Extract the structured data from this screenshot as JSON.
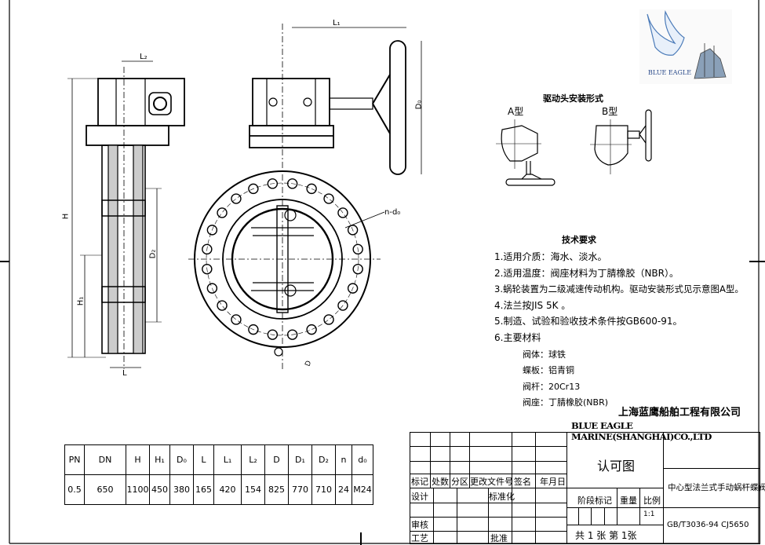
{
  "drawing_labels": {
    "L1": "L₁",
    "D0": "D₀",
    "L2": "L₂",
    "H": "H",
    "H1": "H₁",
    "D2": "D₂",
    "L": "L",
    "nd0": "n-d₀",
    "D": "D"
  },
  "logo": {
    "text": "BLUE EAGLE"
  },
  "mount_types": {
    "title": "驱动头安装形式",
    "a_label": "A型",
    "b_label": "B型"
  },
  "requirements": {
    "title": "技术要求",
    "items": [
      "1.适用介质：海水、淡水。",
      "2.适用温度：阀座材料为丁腈橡胶（NBR）。",
      "3.蜗轮装置为二级减速传动机构。驱动安装形式见示意图A型。",
      "4.法兰按JIS 5K 。",
      "5.制造、试验和验收技术条件按GB600-91。",
      "6.主要材料"
    ],
    "materials": [
      "阀体：球铁",
      "蝶板：铝青铜",
      "阀杆：20Cr13",
      "阀座：丁腈橡胶(NBR)"
    ]
  },
  "company": {
    "cn": "上海蓝鹰船舶工程有限公司",
    "en": "BLUE EAGLE MARINE(SHANGHAI)CO.,LTD"
  },
  "param_table": {
    "headers": [
      "PN",
      "DN",
      "H",
      "H₁",
      "D₀",
      "L",
      "L₁",
      "L₂",
      "D",
      "D₁",
      "D₂",
      "n",
      "d₀"
    ],
    "values": [
      "0.5",
      "650",
      "1100",
      "450",
      "380",
      "165",
      "420",
      "154",
      "825",
      "770",
      "710",
      "24",
      "M24"
    ]
  },
  "title_block": {
    "rev_headers": [
      "标记",
      "处数",
      "分区",
      "更改文件号",
      "签名",
      "年月日"
    ],
    "design": "设计",
    "standardize": "标准化",
    "review": "审核",
    "process": "工艺",
    "approve": "批准",
    "approval_drawing": "认可图",
    "stage_mark": "阶段标记",
    "weight": "重量",
    "scale": "比例",
    "scale_value": "1:1",
    "sheets": "共 1 张 第 1张",
    "product_name": "中心型法兰式手动蜗杆蝶阀",
    "standard": "GB/T3036-94  CJ5650"
  }
}
